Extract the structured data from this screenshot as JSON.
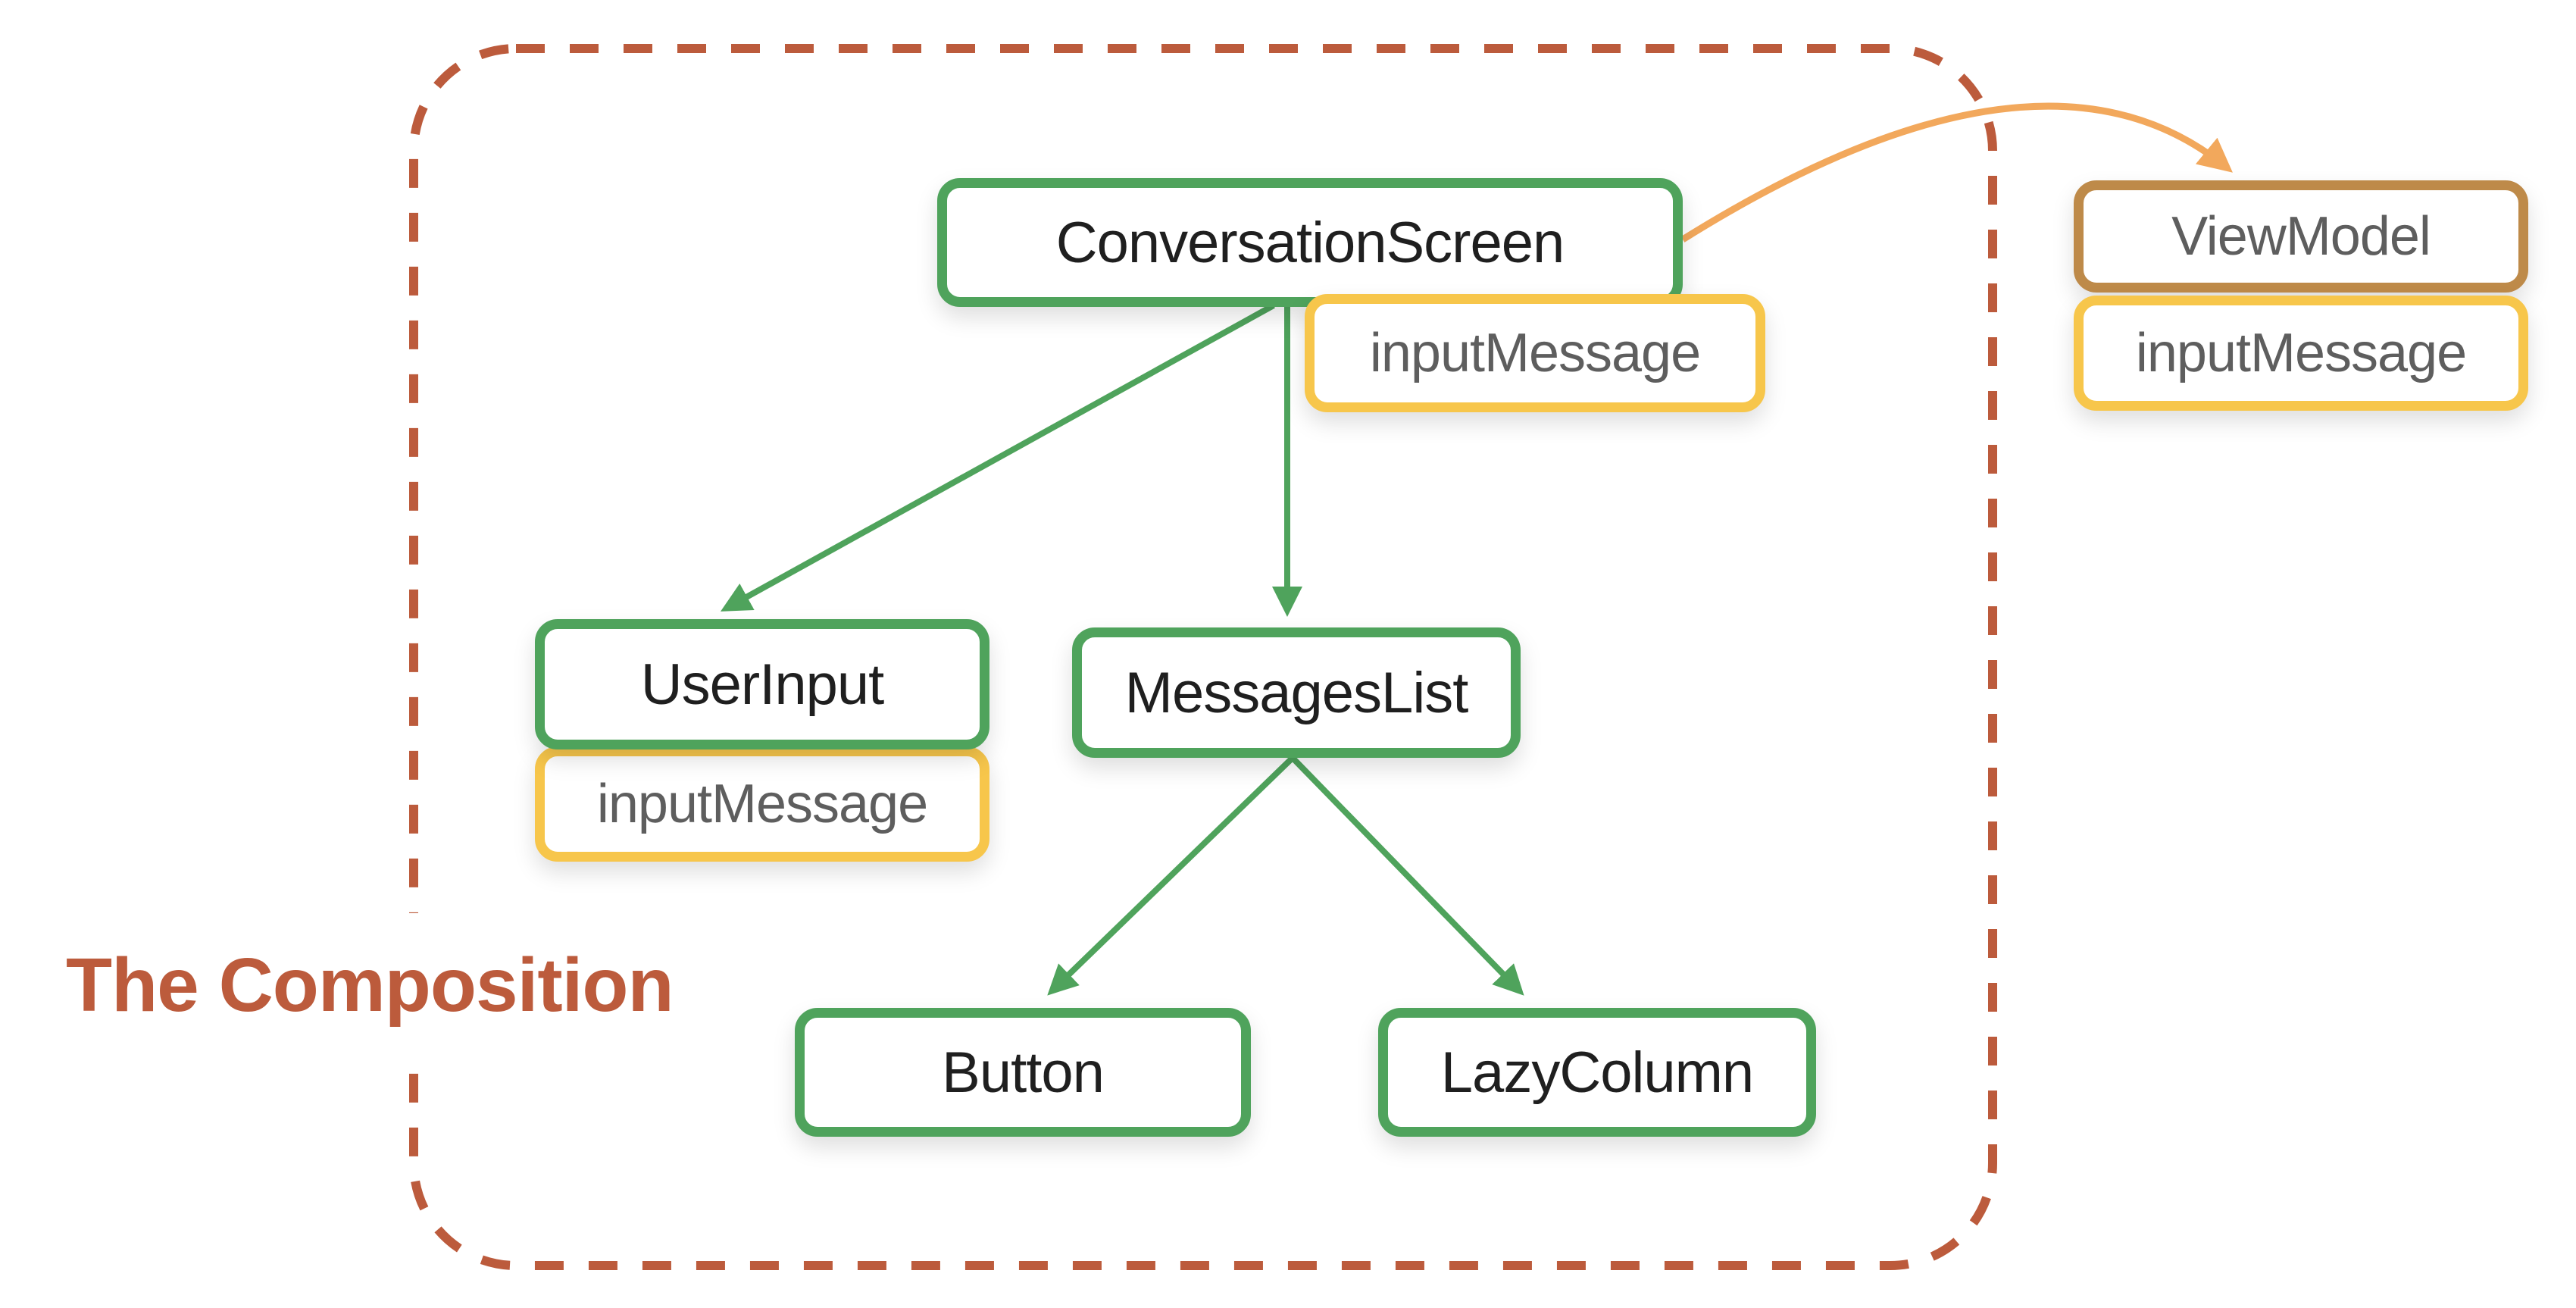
{
  "title": {
    "label": "The Composition"
  },
  "boxes": {
    "conversation_screen": "ConversationScreen",
    "input_message_top": "inputMessage",
    "user_input": "UserInput",
    "input_message_user": "inputMessage",
    "messages_list": "MessagesList",
    "button": "Button",
    "lazy_column": "LazyColumn",
    "view_model": "ViewModel",
    "input_message_viewmodel": "inputMessage"
  },
  "edges": [
    {
      "from": "ConversationScreen",
      "to": "UserInput",
      "style": "straight",
      "color": "#4FA35C"
    },
    {
      "from": "ConversationScreen",
      "to": "MessagesList",
      "style": "straight",
      "color": "#4FA35C"
    },
    {
      "from": "MessagesList",
      "to": "Button",
      "style": "straight",
      "color": "#4FA35C"
    },
    {
      "from": "MessagesList",
      "to": "LazyColumn",
      "style": "straight",
      "color": "#4FA35C"
    },
    {
      "from": "ConversationScreen",
      "to": "ViewModel",
      "style": "curved",
      "color": "#F2A85C"
    }
  ],
  "colors": {
    "composable_border": "#4FA35C",
    "state_border": "#F7C64B",
    "viewmodel_border": "#BE8A49",
    "boundary": "#BC5B3C",
    "title_text": "#BC5B3C",
    "arrow_green": "#4FA35C",
    "arrow_orange": "#F2A85C",
    "label_dark": "#1F1F1F",
    "label_gray": "#5E5E5E",
    "node_fill": "#FFFFFF",
    "background": "#FFFFFF"
  }
}
